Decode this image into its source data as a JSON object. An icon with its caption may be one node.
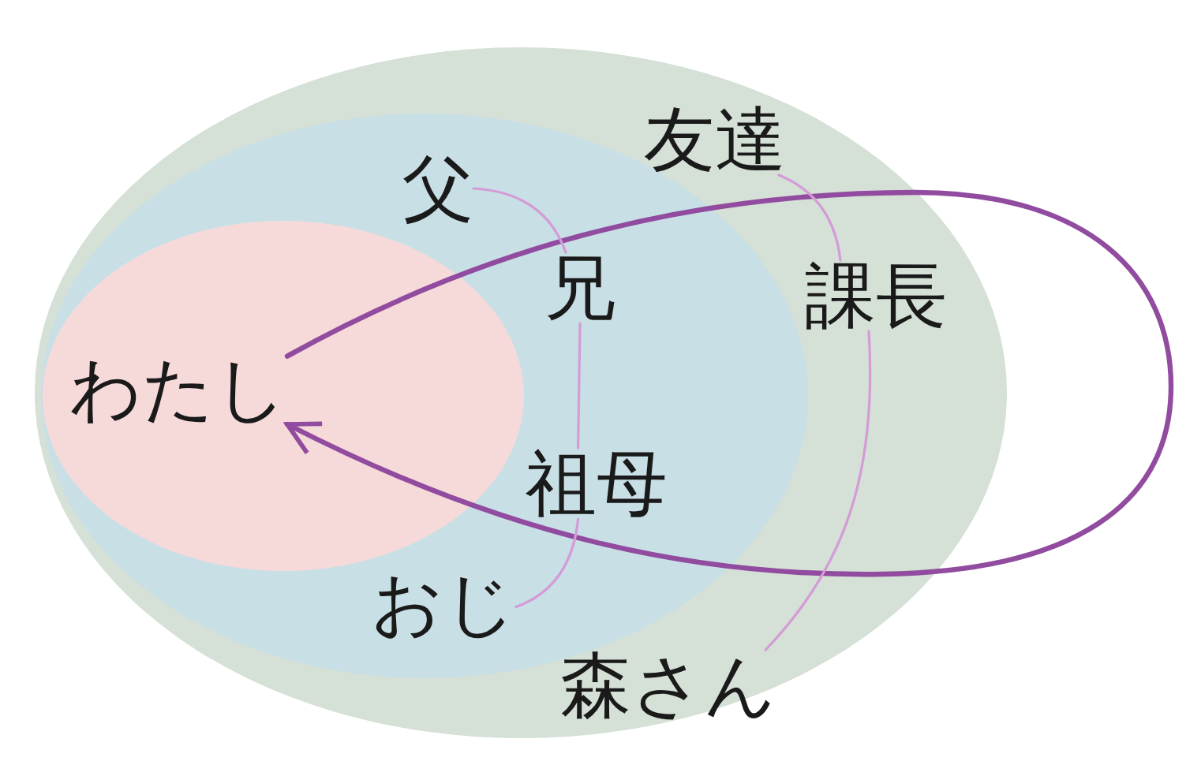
{
  "diagram": {
    "nodes": [
      {
        "text": [],
        "shape": "ellipse"
      },
      {
        "text": [],
        "shape": "ellipse",
        "in": 0
      },
      {
        "text": [],
        "shape": "ellipse",
        "in": 1
      },
      {
        "text": [
          "わたし"
        ],
        "in": 2
      },
      {
        "text": [
          "父"
        ],
        "in": 1
      },
      {
        "text": [
          "兄"
        ],
        "in": 1
      },
      {
        "text": [
          "祖母"
        ],
        "in": 1
      },
      {
        "text": [
          "おじ"
        ],
        "in": 1
      },
      {
        "text": [
          "友達"
        ],
        "in": 0
      },
      {
        "text": [
          "課長"
        ],
        "in": 0
      },
      {
        "text": [
          "森さん"
        ],
        "in": 0
      }
    ],
    "edges": [
      {
        "from": 3,
        "to": 3,
        "arrow": "to",
        "style": "thick",
        "color": "#914b9f"
      },
      {
        "from": 4,
        "to": 5,
        "arrow": "none"
      },
      {
        "from": 5,
        "to": 6,
        "arrow": "none"
      },
      {
        "from": 6,
        "to": 7,
        "arrow": "none"
      },
      {
        "from": 8,
        "to": 9,
        "arrow": "none"
      },
      {
        "from": 9,
        "to": 10,
        "arrow": "none"
      }
    ]
  }
}
